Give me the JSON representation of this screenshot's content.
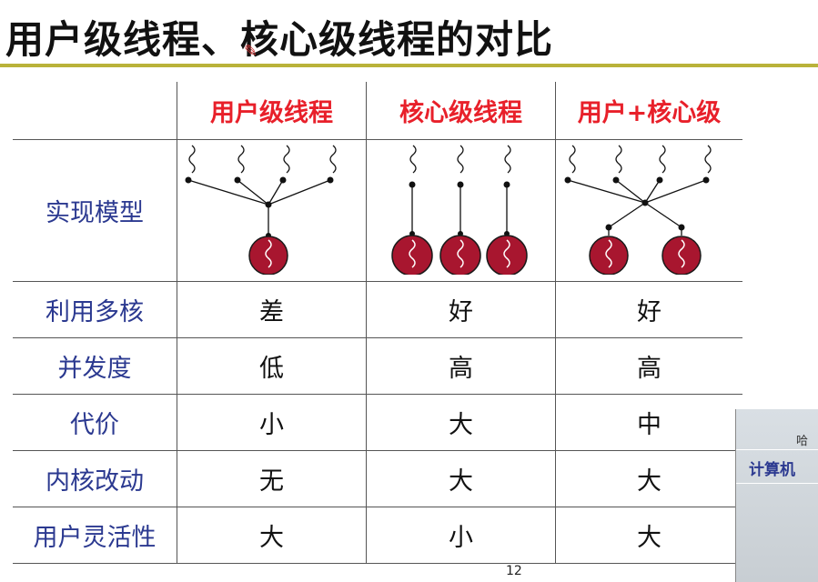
{
  "slide": {
    "title": "用户级线程、核心级线程的对比"
  },
  "table": {
    "headers": [
      "用户级线程",
      "核心级线程",
      "用户+核心级"
    ],
    "model_label": "实现模型",
    "rows": [
      {
        "label": "利用多核",
        "values": [
          "差",
          "好",
          "好"
        ]
      },
      {
        "label": "并发度",
        "values": [
          "低",
          "高",
          "高"
        ]
      },
      {
        "label": "代价",
        "values": [
          "小",
          "大",
          "中"
        ]
      },
      {
        "label": "内核改动",
        "values": [
          "无",
          "大",
          "大"
        ]
      },
      {
        "label": "用户灵活性",
        "values": [
          "大",
          "小",
          "大"
        ]
      }
    ]
  },
  "colors": {
    "header_red": "#e8202a",
    "label_blue": "#2b3990",
    "rule_olive": "#b9b23a",
    "cpu_core_red": "#a8162f"
  },
  "corner_image": {
    "line1": "哈",
    "line2": "计算机"
  },
  "footer": {
    "page_fragment": "12"
  }
}
